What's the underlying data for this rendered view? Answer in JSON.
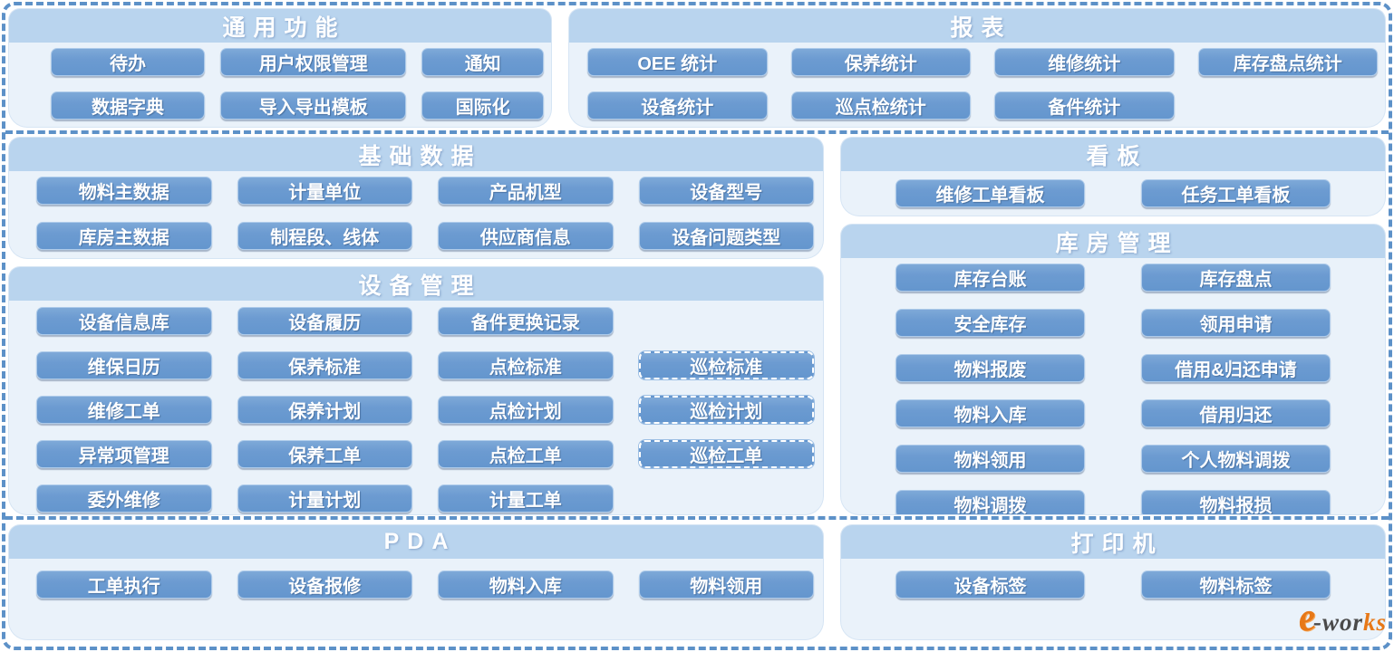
{
  "colors": {
    "dash_line": "#5d91c8",
    "panel_header": "#b9d4ee",
    "panel_body": "#eaf2fa",
    "button_blue": "#6c9bd1",
    "button_text": "#ffffff",
    "logo_orange": "#e77817",
    "logo_gray": "#4a4a4a"
  },
  "sections": {
    "general": {
      "title": "通用功能",
      "rows": [
        [
          "待办",
          "用户权限管理",
          "通知"
        ],
        [
          "数据字典",
          "导入导出模板",
          "国际化"
        ]
      ]
    },
    "reports": {
      "title": "报表",
      "rows": [
        [
          "OEE 统计",
          "保养统计",
          "维修统计",
          "库存盘点统计"
        ],
        [
          "设备统计",
          "巡点检统计",
          "备件统计"
        ]
      ]
    },
    "basic_data": {
      "title": "基础数据",
      "rows": [
        [
          "物料主数据",
          "计量单位",
          "产品机型",
          "设备型号"
        ],
        [
          "库房主数据",
          "制程段、线体",
          "供应商信息",
          "设备问题类型"
        ]
      ]
    },
    "kanban": {
      "title": "看板",
      "rows": [
        [
          "维修工单看板",
          "任务工单看板"
        ]
      ]
    },
    "equipment": {
      "title": "设备管理",
      "rows": [
        [
          "设备信息库",
          "设备履历",
          "备件更换记录"
        ],
        [
          "维保日历",
          "保养标准",
          "点检标准",
          "巡检标准"
        ],
        [
          "维修工单",
          "保养计划",
          "点检计划",
          "巡检计划"
        ],
        [
          "异常项管理",
          "保养工单",
          "点检工单",
          "巡检工单"
        ],
        [
          "委外维修",
          "计量计划",
          "计量工单"
        ]
      ],
      "dashed_items": [
        "巡检标准",
        "巡检计划",
        "巡检工单"
      ]
    },
    "warehouse": {
      "title": "库房管理",
      "rows": [
        [
          "库存台账",
          "库存盘点"
        ],
        [
          "安全库存",
          "领用申请"
        ],
        [
          "物料报废",
          "借用&归还申请"
        ],
        [
          "物料入库",
          "借用归还"
        ],
        [
          "物料领用",
          "个人物料调拨"
        ],
        [
          "物料调拨",
          "物料报损"
        ]
      ]
    },
    "pda": {
      "title": "PDA",
      "rows": [
        [
          "工单执行",
          "设备报修",
          "物料入库",
          "物料领用"
        ]
      ]
    },
    "printer": {
      "title": "打印机",
      "rows": [
        [
          "设备标签",
          "物料标签"
        ]
      ]
    }
  },
  "watermark": {
    "part1": "e",
    "part2": "-wor",
    "part3": "ks"
  }
}
